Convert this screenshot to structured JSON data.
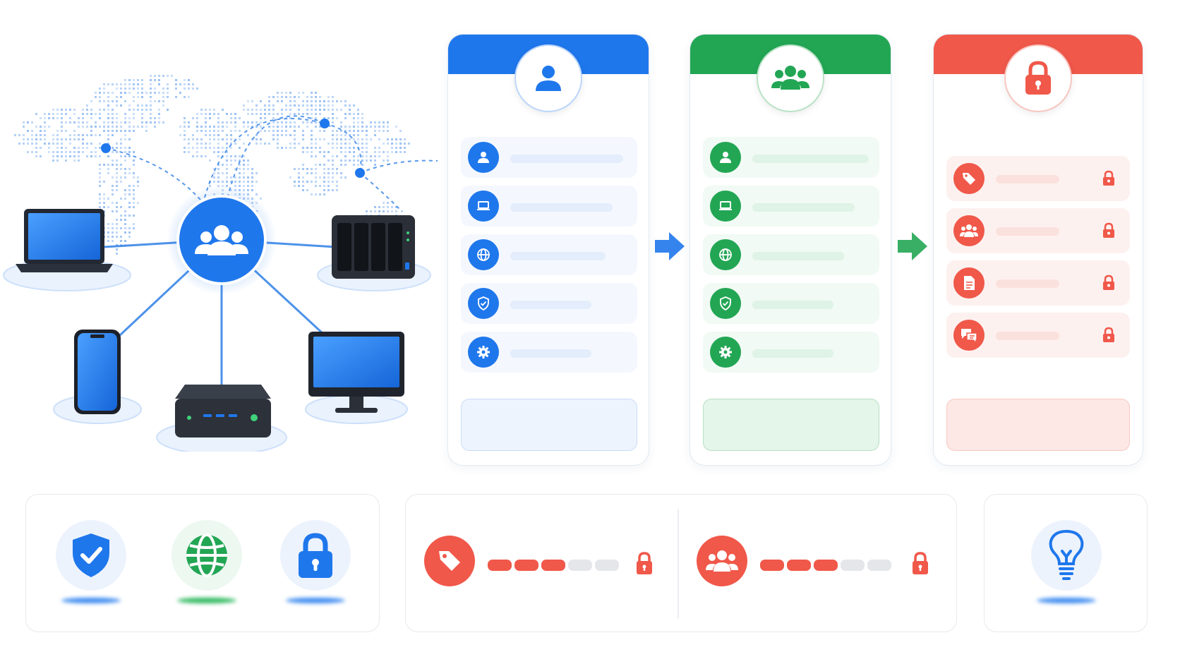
{
  "colors": {
    "blue": "#1f77ec",
    "green": "#22a654",
    "red": "#f0584a",
    "blue_light": "#eef4fd",
    "green_light": "#eaf7ee",
    "red_light": "#fdeeee"
  },
  "network": {
    "hub_icon": "users-group-icon",
    "devices": [
      "laptop",
      "nas-server",
      "smartphone",
      "mini-pc",
      "desktop-monitor"
    ],
    "background": "dotted-world-map"
  },
  "cards": [
    {
      "id": "user",
      "color": "blue",
      "avatar_icon": "user-icon",
      "rows": [
        "user-icon",
        "laptop-icon",
        "globe-icon",
        "shield-icon",
        "gear-icon"
      ]
    },
    {
      "id": "group",
      "color": "green",
      "avatar_icon": "users-group-icon",
      "rows": [
        "user-icon",
        "laptop-icon",
        "globe-icon",
        "shield-icon",
        "gear-icon"
      ]
    },
    {
      "id": "restricted",
      "color": "red",
      "avatar_icon": "lock-icon",
      "rows": [
        "tag-icon",
        "users-group-icon",
        "document-icon",
        "chat-icon"
      ]
    }
  ],
  "bottom": {
    "features": [
      "shield-check-icon",
      "globe-icon",
      "lock-icon"
    ],
    "permissions": [
      {
        "icon": "tag-icon",
        "filled_segments": 3,
        "total_segments": 5,
        "lock": "lock-icon"
      },
      {
        "icon": "users-group-icon",
        "filled_segments": 3,
        "total_segments": 5,
        "lock": "lock-icon"
      }
    ],
    "tip": "lightbulb-icon"
  }
}
